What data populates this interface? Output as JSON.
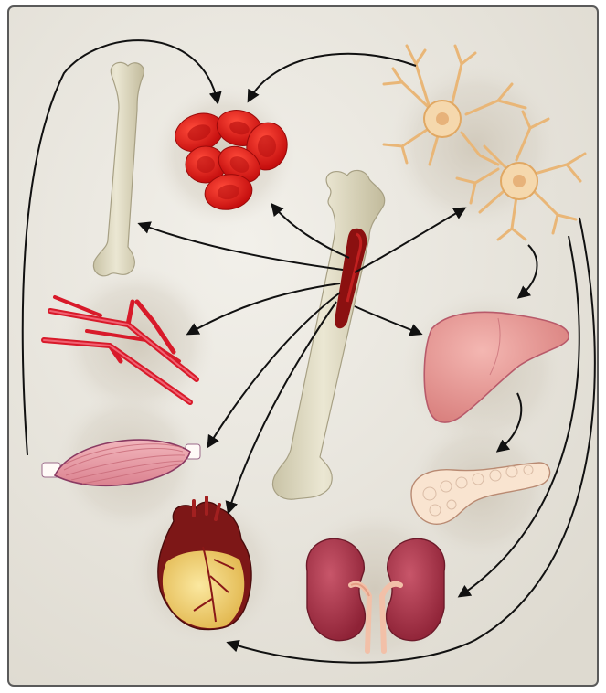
{
  "figure": {
    "organs": [
      {
        "key": "bone",
        "icon": "bone-icon"
      },
      {
        "key": "blood",
        "icon": "red-blood-cells-icon"
      },
      {
        "key": "brain",
        "icon": "neuron-cells-icon"
      },
      {
        "key": "vessels",
        "icon": "blood-vessels-icon"
      },
      {
        "key": "liver",
        "icon": "liver-icon"
      },
      {
        "key": "muscle",
        "icon": "skeletal-muscle-icon"
      },
      {
        "key": "pancreas",
        "icon": "pancreas-icon"
      },
      {
        "key": "heart",
        "icon": "heart-icon"
      },
      {
        "key": "kidney",
        "icon": "kidneys-icon"
      }
    ],
    "central_hub": "marrow-bone-icon",
    "colors": {
      "panel": "#e3e0d8",
      "panel_border": "#5a5a5a",
      "halo": "#c9c2b4",
      "bone": "#ddd8be",
      "bone_shade": "#bdb696",
      "blood": "#d81414",
      "marrow": "#8b1010",
      "neuron": "#f3cf9e",
      "vessel": "#d81a2a",
      "muscle": "#e9a0a8",
      "liver": "#e79a98",
      "pancreas": "#f8e2cd",
      "heart": "#8a1b1b",
      "kidney": "#a83446",
      "arrow": "#111111"
    }
  }
}
